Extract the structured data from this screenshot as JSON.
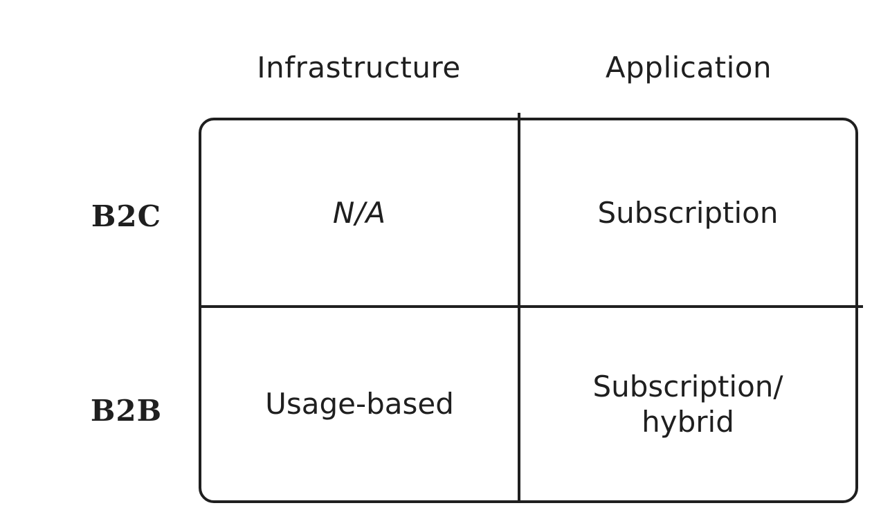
{
  "diagram": {
    "type": "2x2-matrix",
    "ink_color": "#1f1f1f",
    "background_color": "#ffffff",
    "column_headers": [
      {
        "id": "infrastructure",
        "label": "Infrastructure"
      },
      {
        "id": "application",
        "label": "Application"
      }
    ],
    "row_labels": [
      {
        "id": "b2c",
        "label": "B2C"
      },
      {
        "id": "b2b",
        "label": "B2B"
      }
    ],
    "cells": [
      {
        "id": "b2c-infrastructure",
        "row": "B2C",
        "column": "Infrastructure",
        "text": "N/A",
        "style": "italic"
      },
      {
        "id": "b2c-application",
        "row": "B2C",
        "column": "Application",
        "text": "Subscription",
        "style": "normal"
      },
      {
        "id": "b2b-infrastructure",
        "row": "B2B",
        "column": "Infrastructure",
        "text": "Usage-based",
        "style": "normal"
      },
      {
        "id": "b2b-application",
        "row": "B2B",
        "column": "Application",
        "line1": "Subscription/",
        "line2": "hybrid",
        "text": "Subscription/ hybrid",
        "style": "normal"
      }
    ]
  }
}
